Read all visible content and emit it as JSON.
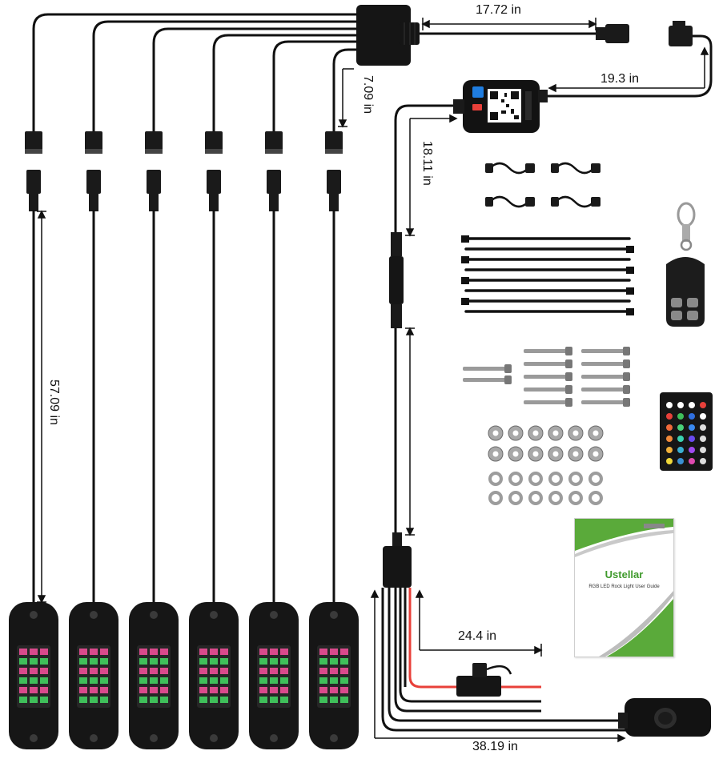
{
  "dimensions": {
    "harness_to_connector": "17.72 in",
    "controller_to_connector": "19.3 in",
    "splitter_drop": "7.09 in",
    "controller_lead": "18.11 in",
    "pod_lead": "57.09 in",
    "power_lead": "24.4 in",
    "switch_lead": "38.19 in"
  },
  "manual": {
    "brand": "Ustellar",
    "subtitle": "RGB LED Rock Light User Guide"
  },
  "colors": {
    "wire": "#111111",
    "red_wire": "#e8403a",
    "accent_green": "#5aaa3a",
    "led_pink": "#d94a8c",
    "led_green": "#3fbf5a"
  }
}
